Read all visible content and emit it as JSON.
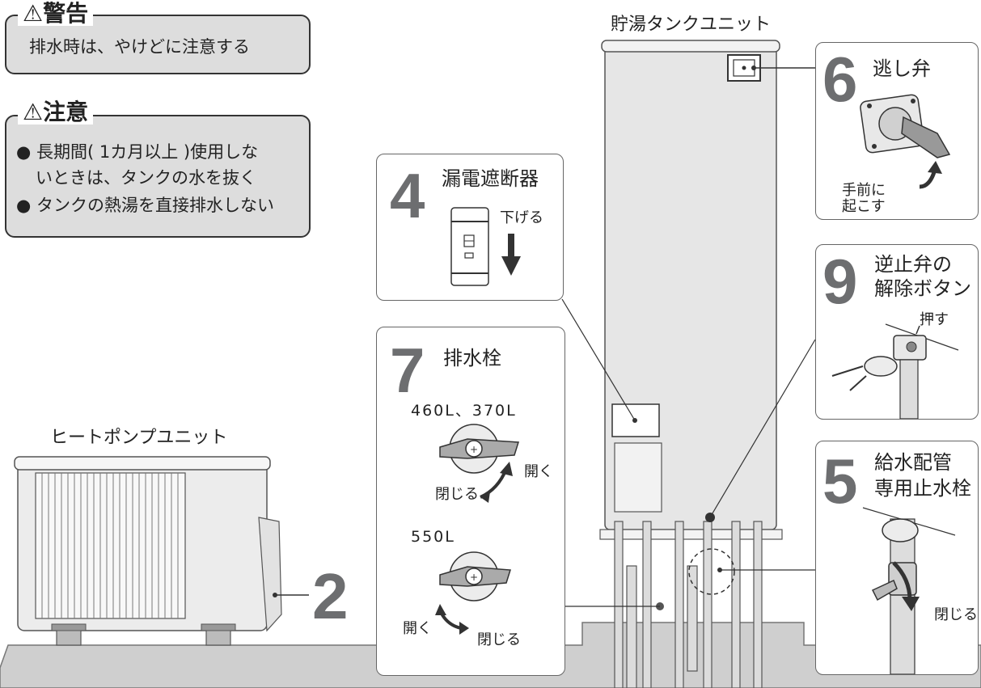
{
  "warning": {
    "title": "警告",
    "text": "排水時は、やけどに注意する"
  },
  "caution": {
    "title": "注意",
    "items": [
      "長期間( 1カ月以上 )使用しな",
      "いときは、タンクの水を抜く",
      "タンクの熱湯を直接排水しない"
    ]
  },
  "labels": {
    "tank_unit": "貯湯タンクユニット",
    "heatpump_unit": "ヒートポンプユニット"
  },
  "callouts": {
    "relief_valve": {
      "number": "6",
      "title": "逃し弁",
      "action": [
        "手前に",
        "起こす"
      ]
    },
    "breaker": {
      "number": "4",
      "title": "漏電遮断器",
      "action": "下げる"
    },
    "drain_plug": {
      "number": "7",
      "title": "排水栓",
      "variant_a": "460L、370L",
      "a_open": "開く",
      "a_close": "閉じる",
      "variant_b": "550L",
      "b_open": "開く",
      "b_close": "閉じる"
    },
    "check_valve": {
      "number": "9",
      "title": [
        "逆止弁の",
        "解除ボタン"
      ],
      "action": "押す"
    },
    "supply_valve": {
      "number": "5",
      "title": [
        "給水配管",
        "専用止水栓"
      ],
      "action": "閉じる"
    },
    "heatpump": {
      "number": "2"
    }
  }
}
